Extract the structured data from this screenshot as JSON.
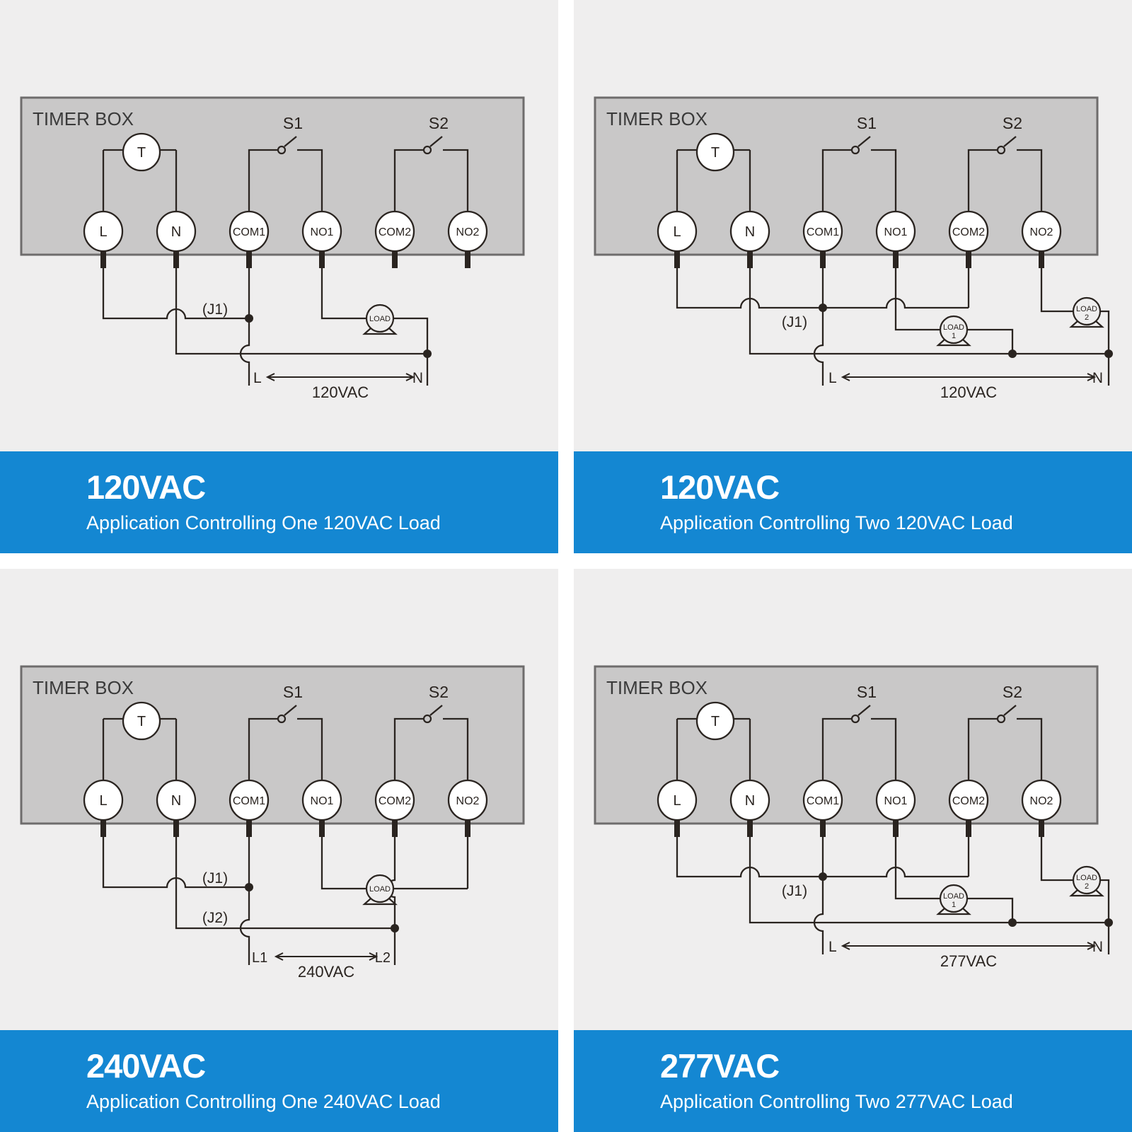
{
  "colors": {
    "accent_blue": "#1487d2",
    "panel_bg": "#efeeee",
    "box_fill": "#c9c8c8",
    "box_stroke": "#6e6c6c",
    "line": "#2a2420",
    "box_label": "#3a3a3a",
    "white": "#ffffff"
  },
  "quadrants": [
    {
      "id": "top-left",
      "variant": "single-load",
      "timer_box_label": "TIMER BOX",
      "timer_label": "T",
      "switch_labels": [
        "S1",
        "S2"
      ],
      "terminal_labels": [
        "L",
        "N",
        "COM1",
        "NO1",
        "COM2",
        "NO2"
      ],
      "jumper_labels": [
        "(J1)"
      ],
      "load_labels": [
        [
          "LOAD"
        ]
      ],
      "supply": {
        "left_label": "L",
        "right_label": "N",
        "voltage_label": "120VAC"
      },
      "caption": {
        "title": "120VAC",
        "subtitle": "Application Controlling One 120VAC Load"
      }
    },
    {
      "id": "top-right",
      "variant": "dual-load",
      "timer_box_label": "TIMER BOX",
      "timer_label": "T",
      "switch_labels": [
        "S1",
        "S2"
      ],
      "terminal_labels": [
        "L",
        "N",
        "COM1",
        "NO1",
        "COM2",
        "NO2"
      ],
      "jumper_labels": [
        "(J1)"
      ],
      "load_labels": [
        [
          "LOAD",
          "1"
        ],
        [
          "LOAD",
          "2"
        ]
      ],
      "supply": {
        "left_label": "L",
        "right_label": "N",
        "voltage_label": "120VAC"
      },
      "caption": {
        "title": "120VAC",
        "subtitle": "Application Controlling Two 120VAC Load"
      }
    },
    {
      "id": "bottom-left",
      "variant": "single-load-240",
      "timer_box_label": "TIMER BOX",
      "timer_label": "T",
      "switch_labels": [
        "S1",
        "S2"
      ],
      "terminal_labels": [
        "L",
        "N",
        "COM1",
        "NO1",
        "COM2",
        "NO2"
      ],
      "jumper_labels": [
        "(J1)",
        "(J2)"
      ],
      "load_labels": [
        [
          "LOAD"
        ]
      ],
      "supply": {
        "left_label": "L1",
        "right_label": "L2",
        "voltage_label": "240VAC"
      },
      "caption": {
        "title": "240VAC",
        "subtitle": "Application Controlling One 240VAC Load"
      }
    },
    {
      "id": "bottom-right",
      "variant": "dual-load",
      "timer_box_label": "TIMER BOX",
      "timer_label": "T",
      "switch_labels": [
        "S1",
        "S2"
      ],
      "terminal_labels": [
        "L",
        "N",
        "COM1",
        "NO1",
        "COM2",
        "NO2"
      ],
      "jumper_labels": [
        "(J1)"
      ],
      "load_labels": [
        [
          "LOAD",
          "1"
        ],
        [
          "LOAD",
          "2"
        ]
      ],
      "supply": {
        "left_label": "L",
        "right_label": "N",
        "voltage_label": "277VAC"
      },
      "caption": {
        "title": "277VAC",
        "subtitle": "Application Controlling Two 277VAC Load"
      }
    }
  ]
}
